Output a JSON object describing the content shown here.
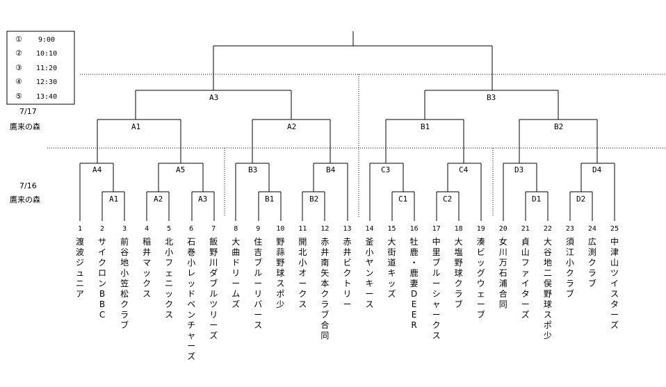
{
  "schedule": [
    {
      "mark": "①",
      "time": "9:00"
    },
    {
      "mark": "②",
      "time": "10:10"
    },
    {
      "mark": "③",
      "time": "11:20"
    },
    {
      "mark": "④",
      "time": "12:30"
    },
    {
      "mark": "⑤",
      "time": "13:40"
    }
  ],
  "rounds": {
    "upper": {
      "date": "7/17",
      "venue": "鷹来の森"
    },
    "lower": {
      "date": "7/16",
      "venue": "鷹来の森"
    }
  },
  "matches": {
    "A1_first": "A1",
    "A2_first": "A2",
    "A3_first": "A3",
    "B1_first": "B1",
    "B2_first": "B2",
    "C1": "C1",
    "C2": "C2",
    "D1": "D1",
    "D2": "D2",
    "A4": "A4",
    "A5": "A5",
    "B3": "B3",
    "B4": "B4",
    "C3": "C3",
    "C4": "C4",
    "D3": "D3",
    "D4": "D4",
    "A1": "A1",
    "A2": "A2",
    "B1": "B1",
    "B2": "B2",
    "A3": "A3",
    "B3_semi": "B3"
  },
  "teams": [
    {
      "no": "1",
      "name": "渡波ジュニア"
    },
    {
      "no": "2",
      "name": "サイクロンBBC"
    },
    {
      "no": "3",
      "name": "前谷地小笠松クラブ"
    },
    {
      "no": "4",
      "name": "稲井マックス"
    },
    {
      "no": "5",
      "name": "北小フェニックス"
    },
    {
      "no": "6",
      "name": "石巻小レッドベンチャーズ"
    },
    {
      "no": "7",
      "name": "飯野川ダブルツリーズ"
    },
    {
      "no": "8",
      "name": "大曲ドリームズ"
    },
    {
      "no": "9",
      "name": "住吉ブルーリバース"
    },
    {
      "no": "10",
      "name": "野蒜野球スポ少"
    },
    {
      "no": "11",
      "name": "開北小オークス"
    },
    {
      "no": "12",
      "name": "赤井南矢本クラブ合同"
    },
    {
      "no": "13",
      "name": "赤井ビクトリー"
    },
    {
      "no": "14",
      "name": "釜小ヤンキース"
    },
    {
      "no": "15",
      "name": "大街道キッズ"
    },
    {
      "no": "16",
      "name": "牡鹿・鹿妻DEER"
    },
    {
      "no": "17",
      "name": "中里ブルーシャークス"
    },
    {
      "no": "18",
      "name": "大塩野球クラブ"
    },
    {
      "no": "19",
      "name": "湊ビッグウェーブ"
    },
    {
      "no": "20",
      "name": "女川万石浦合同"
    },
    {
      "no": "21",
      "name": "貞山ファイターズ"
    },
    {
      "no": "22",
      "name": "大谷地二俣野球スポ少"
    },
    {
      "no": "23",
      "name": "須江小クラブ"
    },
    {
      "no": "24",
      "name": "広渕クラブ"
    },
    {
      "no": "25",
      "name": "中津山ツイスターズ"
    }
  ]
}
